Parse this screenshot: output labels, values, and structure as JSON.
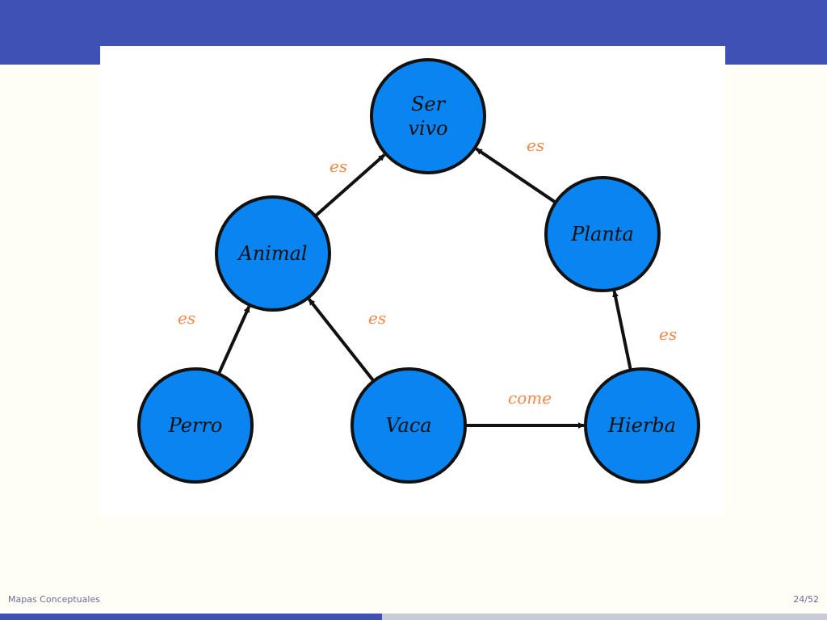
{
  "footer": {
    "title": "Mapas Conceptuales",
    "page": "24/52"
  },
  "progress": 0.462,
  "colors": {
    "header": "#3f51b5",
    "node_fill": "#0a84f0",
    "edge_label": "#f08a4b",
    "arrow": "#111111"
  },
  "diagram": {
    "nodes": [
      {
        "id": "ser-vivo",
        "lines": [
          "Ser",
          "vivo"
        ]
      },
      {
        "id": "animal",
        "lines": [
          "Animal"
        ]
      },
      {
        "id": "planta",
        "lines": [
          "Planta"
        ]
      },
      {
        "id": "perro",
        "lines": [
          "Perro"
        ]
      },
      {
        "id": "vaca",
        "lines": [
          "Vaca"
        ]
      },
      {
        "id": "hierba",
        "lines": [
          "Hierba"
        ]
      }
    ],
    "edges": [
      {
        "from": "animal",
        "to": "ser-vivo",
        "label": "es"
      },
      {
        "from": "planta",
        "to": "ser-vivo",
        "label": "es"
      },
      {
        "from": "perro",
        "to": "animal",
        "label": "es"
      },
      {
        "from": "vaca",
        "to": "animal",
        "label": "es"
      },
      {
        "from": "hierba",
        "to": "planta",
        "label": "es"
      },
      {
        "from": "vaca",
        "to": "hierba",
        "label": "come"
      }
    ]
  }
}
